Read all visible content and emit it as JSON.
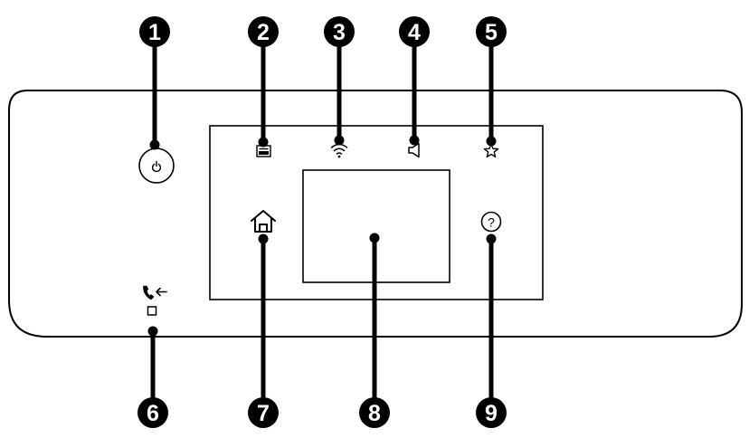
{
  "callouts": [
    {
      "number": "1",
      "target": "power-button"
    },
    {
      "number": "2",
      "target": "fax-status-icon"
    },
    {
      "number": "3",
      "target": "wifi-status-icon"
    },
    {
      "number": "4",
      "target": "sound-status-icon"
    },
    {
      "number": "5",
      "target": "favorites-icon"
    },
    {
      "number": "6",
      "target": "fax-data-light"
    },
    {
      "number": "7",
      "target": "home-button"
    },
    {
      "number": "8",
      "target": "lcd-screen"
    },
    {
      "number": "9",
      "target": "help-button"
    }
  ],
  "icons": {
    "power": "power-icon",
    "fax_status": "fax-icon",
    "wifi": "wifi-icon",
    "sound": "speaker-icon",
    "favorites": "star-icon",
    "fax_data": "phone-incoming-icon",
    "home": "home-icon",
    "help": "help-icon"
  },
  "colors": {
    "line": "#000000",
    "callout_fill": "#000000",
    "callout_text": "#ffffff",
    "background": "#ffffff"
  }
}
